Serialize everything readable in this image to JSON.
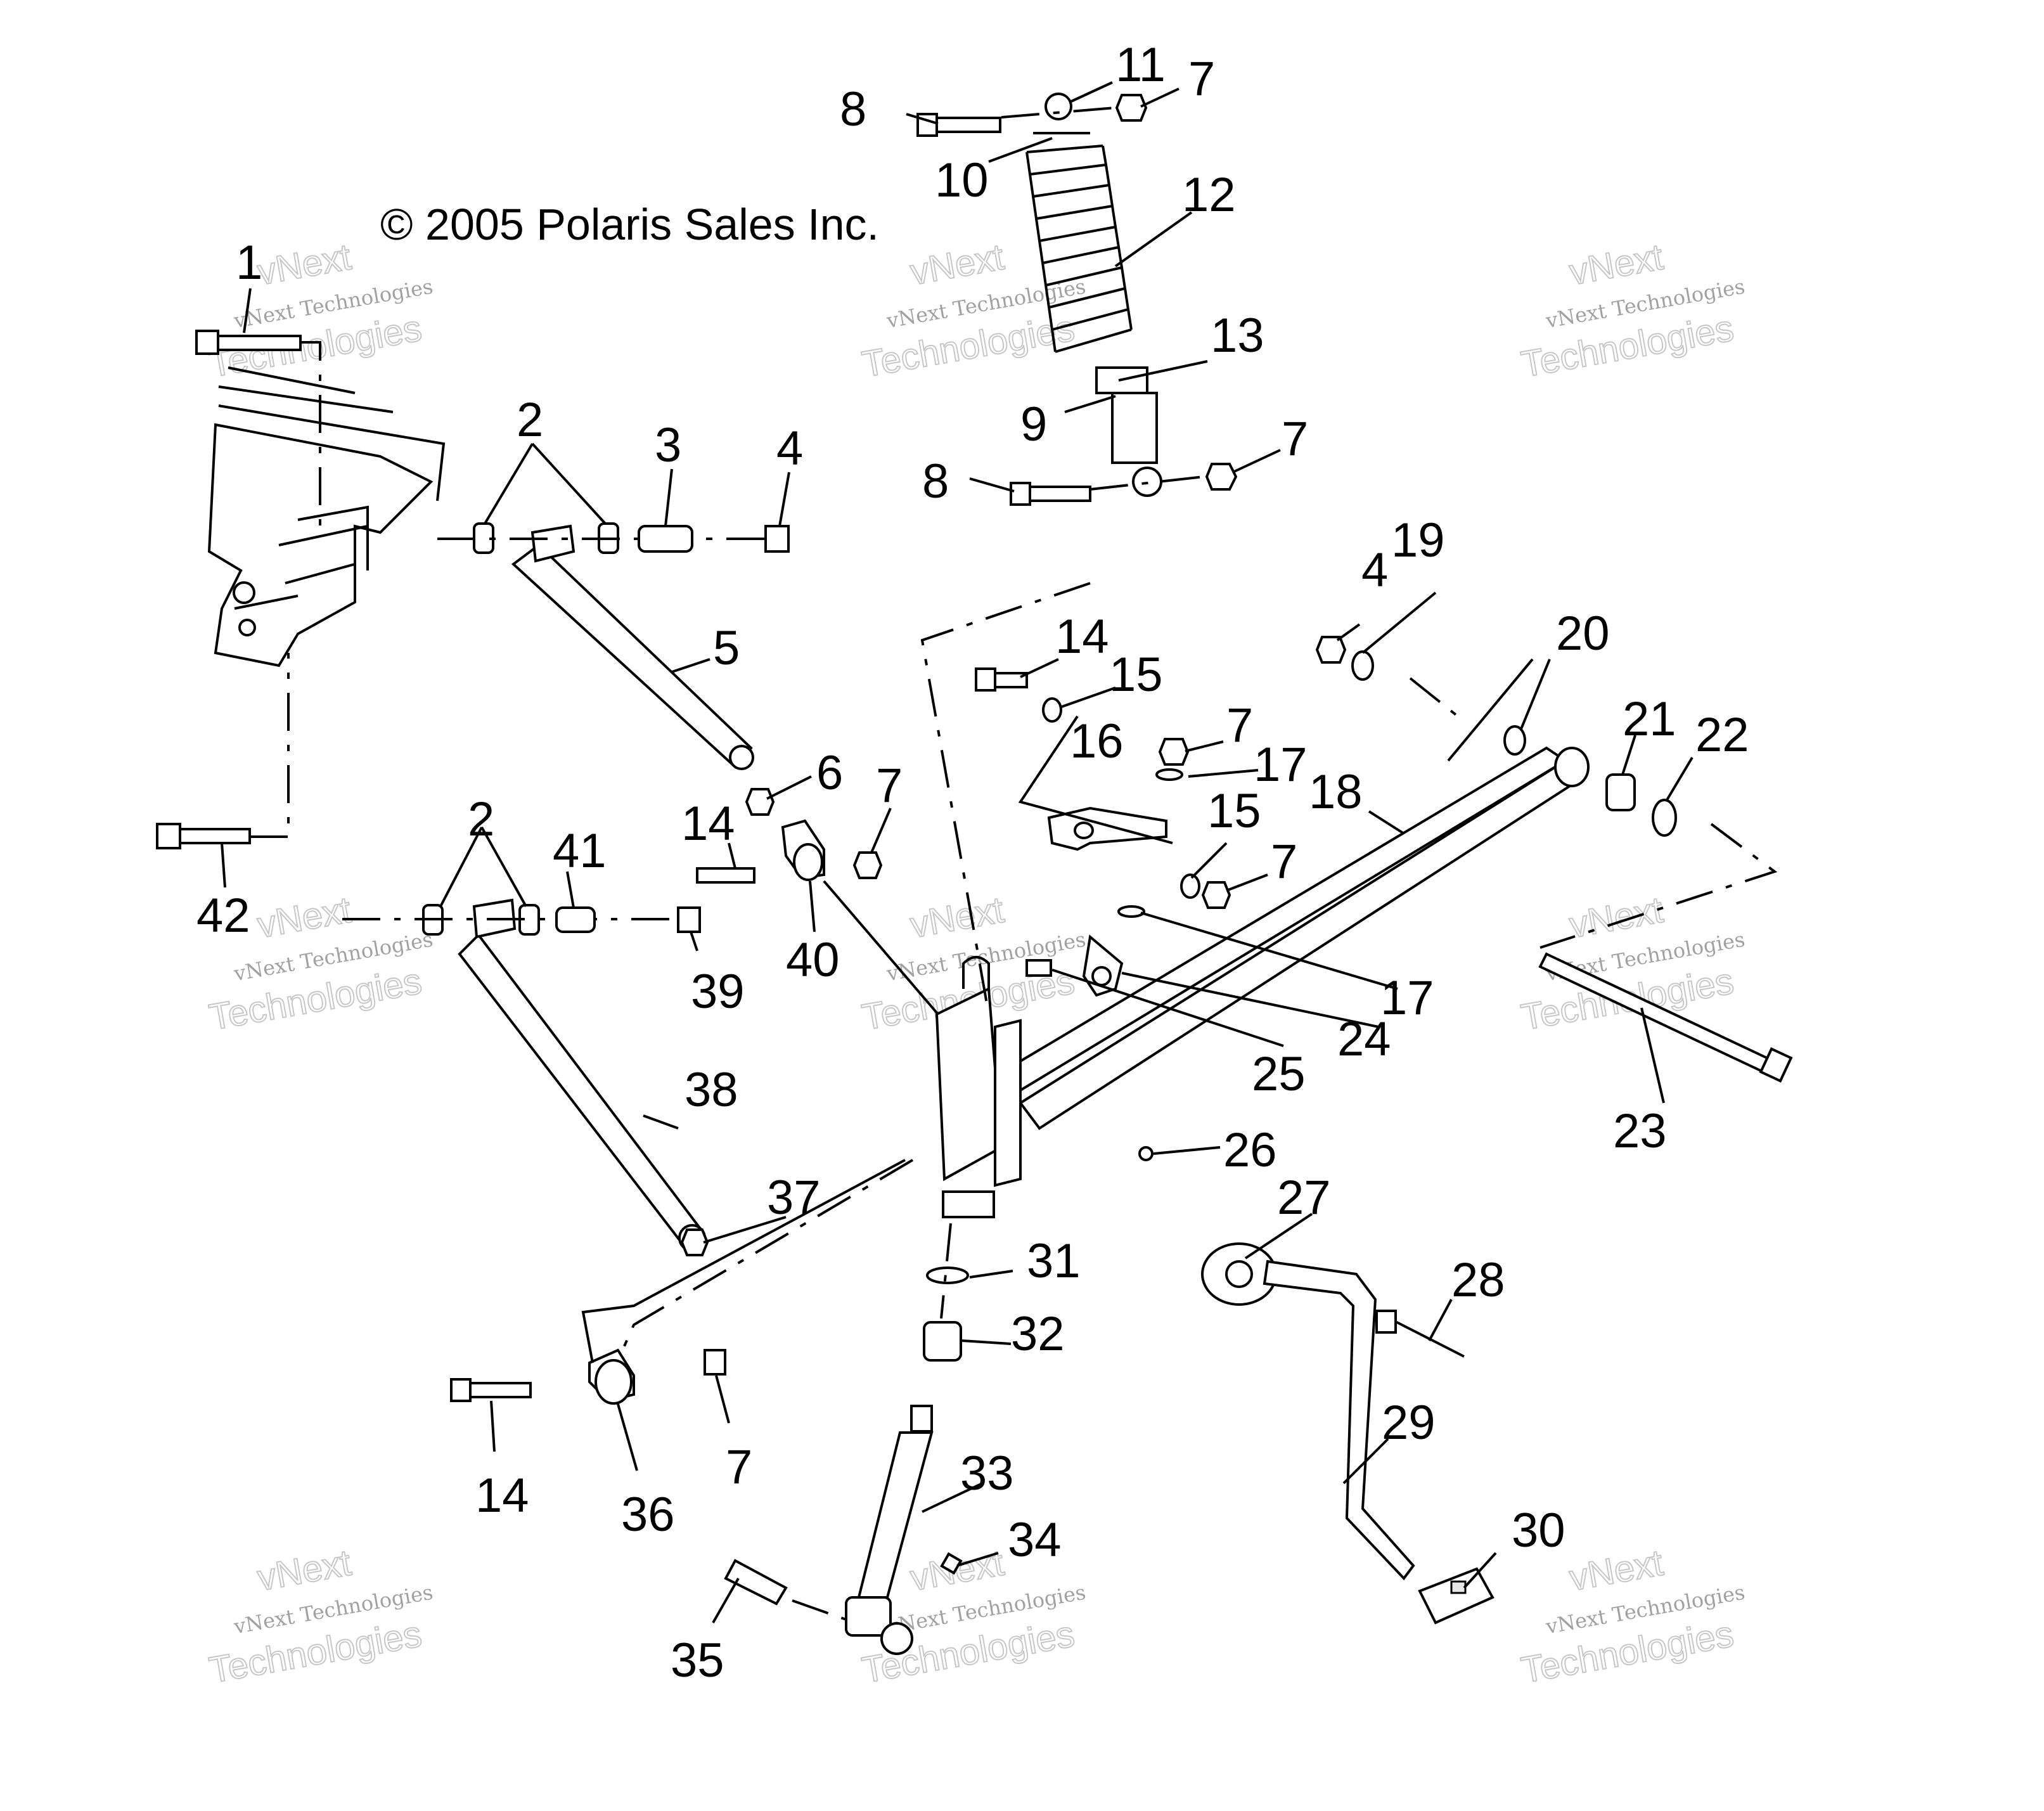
{
  "copyright": "© 2005 Polaris Sales Inc.",
  "watermark": {
    "line1": "vNext",
    "line2": "vNext Technologies",
    "line3": "Technologies"
  },
  "callouts": [
    {
      "id": "c1",
      "text": "1"
    },
    {
      "id": "c2a",
      "text": "2"
    },
    {
      "id": "c3",
      "text": "3"
    },
    {
      "id": "c4a",
      "text": "4"
    },
    {
      "id": "c5",
      "text": "5"
    },
    {
      "id": "c6",
      "text": "6"
    },
    {
      "id": "c7a",
      "text": "7"
    },
    {
      "id": "c8a",
      "text": "8"
    },
    {
      "id": "c10",
      "text": "10"
    },
    {
      "id": "c11",
      "text": "11"
    },
    {
      "id": "c7b",
      "text": "7"
    },
    {
      "id": "c12",
      "text": "12"
    },
    {
      "id": "c13",
      "text": "13"
    },
    {
      "id": "c9",
      "text": "9"
    },
    {
      "id": "c8b",
      "text": "8"
    },
    {
      "id": "c7c",
      "text": "7"
    },
    {
      "id": "c4b",
      "text": "4"
    },
    {
      "id": "c19",
      "text": "19"
    },
    {
      "id": "c14a",
      "text": "14"
    },
    {
      "id": "c15a",
      "text": "15"
    },
    {
      "id": "c20",
      "text": "20"
    },
    {
      "id": "c16",
      "text": "16"
    },
    {
      "id": "c7d",
      "text": "7"
    },
    {
      "id": "c17a",
      "text": "17"
    },
    {
      "id": "c21",
      "text": "21"
    },
    {
      "id": "c22",
      "text": "22"
    },
    {
      "id": "c18",
      "text": "18"
    },
    {
      "id": "c15b",
      "text": "15"
    },
    {
      "id": "c7e",
      "text": "7"
    },
    {
      "id": "c2b",
      "text": "2"
    },
    {
      "id": "c41",
      "text": "41"
    },
    {
      "id": "c14b",
      "text": "14"
    },
    {
      "id": "c42",
      "text": "42"
    },
    {
      "id": "c40",
      "text": "40"
    },
    {
      "id": "c39",
      "text": "39"
    },
    {
      "id": "c17b",
      "text": "17"
    },
    {
      "id": "c24",
      "text": "24"
    },
    {
      "id": "c25",
      "text": "25"
    },
    {
      "id": "c23",
      "text": "23"
    },
    {
      "id": "c38",
      "text": "38"
    },
    {
      "id": "c26",
      "text": "26"
    },
    {
      "id": "c37",
      "text": "37"
    },
    {
      "id": "c27",
      "text": "27"
    },
    {
      "id": "c31",
      "text": "31"
    },
    {
      "id": "c28",
      "text": "28"
    },
    {
      "id": "c32",
      "text": "32"
    },
    {
      "id": "c29",
      "text": "29"
    },
    {
      "id": "c14c",
      "text": "14"
    },
    {
      "id": "c36",
      "text": "36"
    },
    {
      "id": "c7f",
      "text": "7"
    },
    {
      "id": "c33",
      "text": "33"
    },
    {
      "id": "c34",
      "text": "34"
    },
    {
      "id": "c30",
      "text": "30"
    },
    {
      "id": "c35",
      "text": "35"
    }
  ]
}
